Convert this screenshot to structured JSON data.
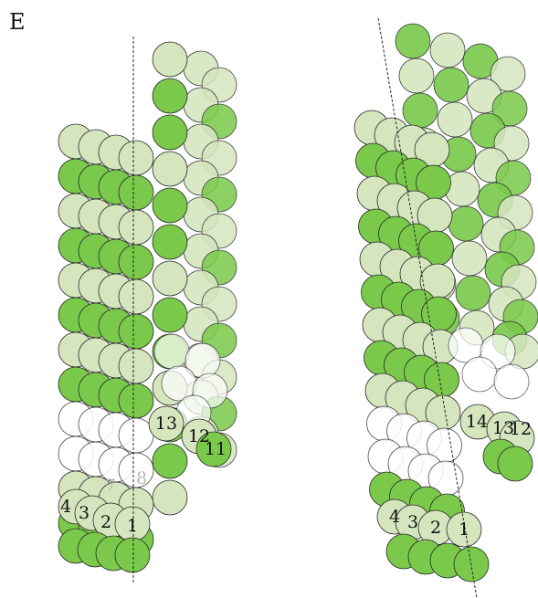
{
  "figure": {
    "panel_letter": "E",
    "colors": {
      "dark_green": "#7ac94a",
      "light_green": "#d5e6bf",
      "white": "#ffffff",
      "outline": "#2a2a2a",
      "axis": "#222222"
    },
    "left_model": {
      "labels": [
        "13",
        "12",
        "11",
        "8",
        "7",
        "4",
        "3",
        "2",
        "1"
      ]
    },
    "right_model": {
      "labels": [
        "14",
        "13",
        "12",
        "4",
        "3",
        "2",
        "1"
      ]
    }
  }
}
